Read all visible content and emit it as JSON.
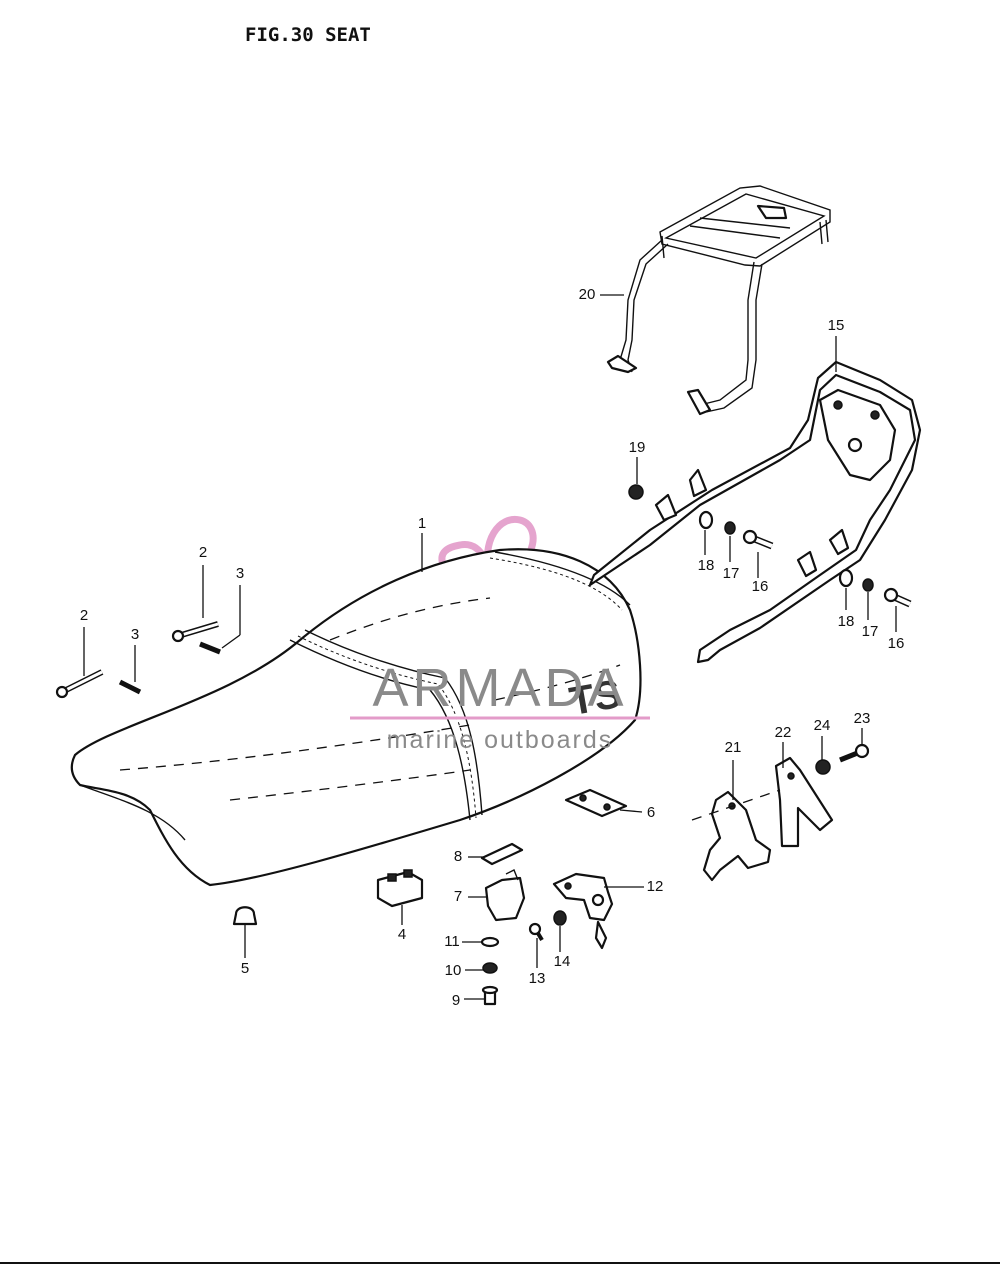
{
  "figure": {
    "title": "FIG.30  SEAT"
  },
  "seat_logo": "TS",
  "watermark": {
    "brand": "ARMADA",
    "tagline": "marine outboards",
    "color": "#e39bc9"
  },
  "callouts": [
    "1",
    "2",
    "3",
    "4",
    "5",
    "6",
    "7",
    "8",
    "9",
    "10",
    "11",
    "12",
    "13",
    "14",
    "15",
    "16",
    "17",
    "18",
    "19",
    "20",
    "21",
    "22",
    "23",
    "24"
  ],
  "extra_callouts": [
    "2",
    "3",
    "16",
    "17",
    "18"
  ]
}
